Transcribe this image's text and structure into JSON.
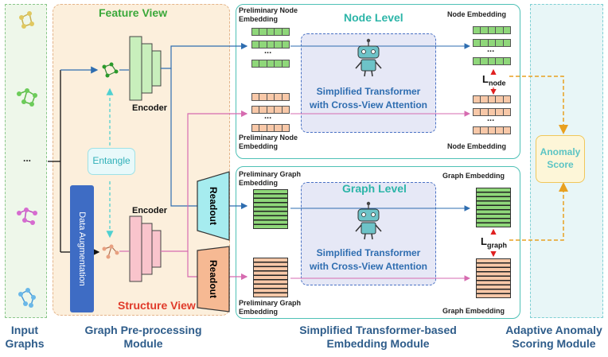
{
  "input": {
    "label_line1": "Input",
    "label_line2": "Graphs",
    "ellipsis": "..."
  },
  "preprocessing": {
    "feature_view": "Feature View",
    "structure_view": "Structure View",
    "encoder_top": "Encoder",
    "encoder_bottom": "Encoder",
    "entangle": "Entangle",
    "data_augmentation": "Data Augmentation",
    "label_line1": "Graph Pre-processing",
    "label_line2": "Module"
  },
  "readout": {
    "top": "Readout",
    "bottom": "Readout"
  },
  "node_level": {
    "title": "Node Level",
    "prelim_top_line1": "Preliminary  Node",
    "prelim_top_line2": "Embedding",
    "prelim_bottom_line1": "Preliminary Node",
    "prelim_bottom_line2": "Embedding",
    "embedding_top": "Node Embedding",
    "embedding_bottom": "Node Embedding",
    "transformer_line1": "Simplified Transformer",
    "transformer_line2": "with Cross-View Attention",
    "loss_main": "L",
    "loss_sub": "node",
    "ellipsis": "..."
  },
  "graph_level": {
    "title": "Graph Level",
    "prelim_top_line1": "Preliminary Graph",
    "prelim_top_line2": "Embedding",
    "prelim_bottom_line1": "Preliminary Graph",
    "prelim_bottom_line2": "Embedding",
    "embedding_top": "Graph Embedding",
    "embedding_bottom": "Graph Embedding",
    "transformer_line1": "Simplified Transformer",
    "transformer_line2": "with Cross-View Attention",
    "loss_main": "L",
    "loss_sub": "graph"
  },
  "embedding_module": {
    "label_line1": "Simplified Transformer-based",
    "label_line2": "Embedding Module"
  },
  "scoring": {
    "anomaly_line1": "Anomaly",
    "anomaly_line2": "Score",
    "label_line1": "Adaptive Anomaly",
    "label_line2": "Scoring Module"
  },
  "colors": {
    "green": "#8fd77a",
    "orange": "#f8c8a8",
    "teal": "#2cb5a8",
    "red_title": "#e03a2a",
    "green_title": "#3aa83a",
    "blue_text": "#2e6db0",
    "pink_node": "#d66bd0",
    "cyan_node": "#6ab8e8"
  }
}
